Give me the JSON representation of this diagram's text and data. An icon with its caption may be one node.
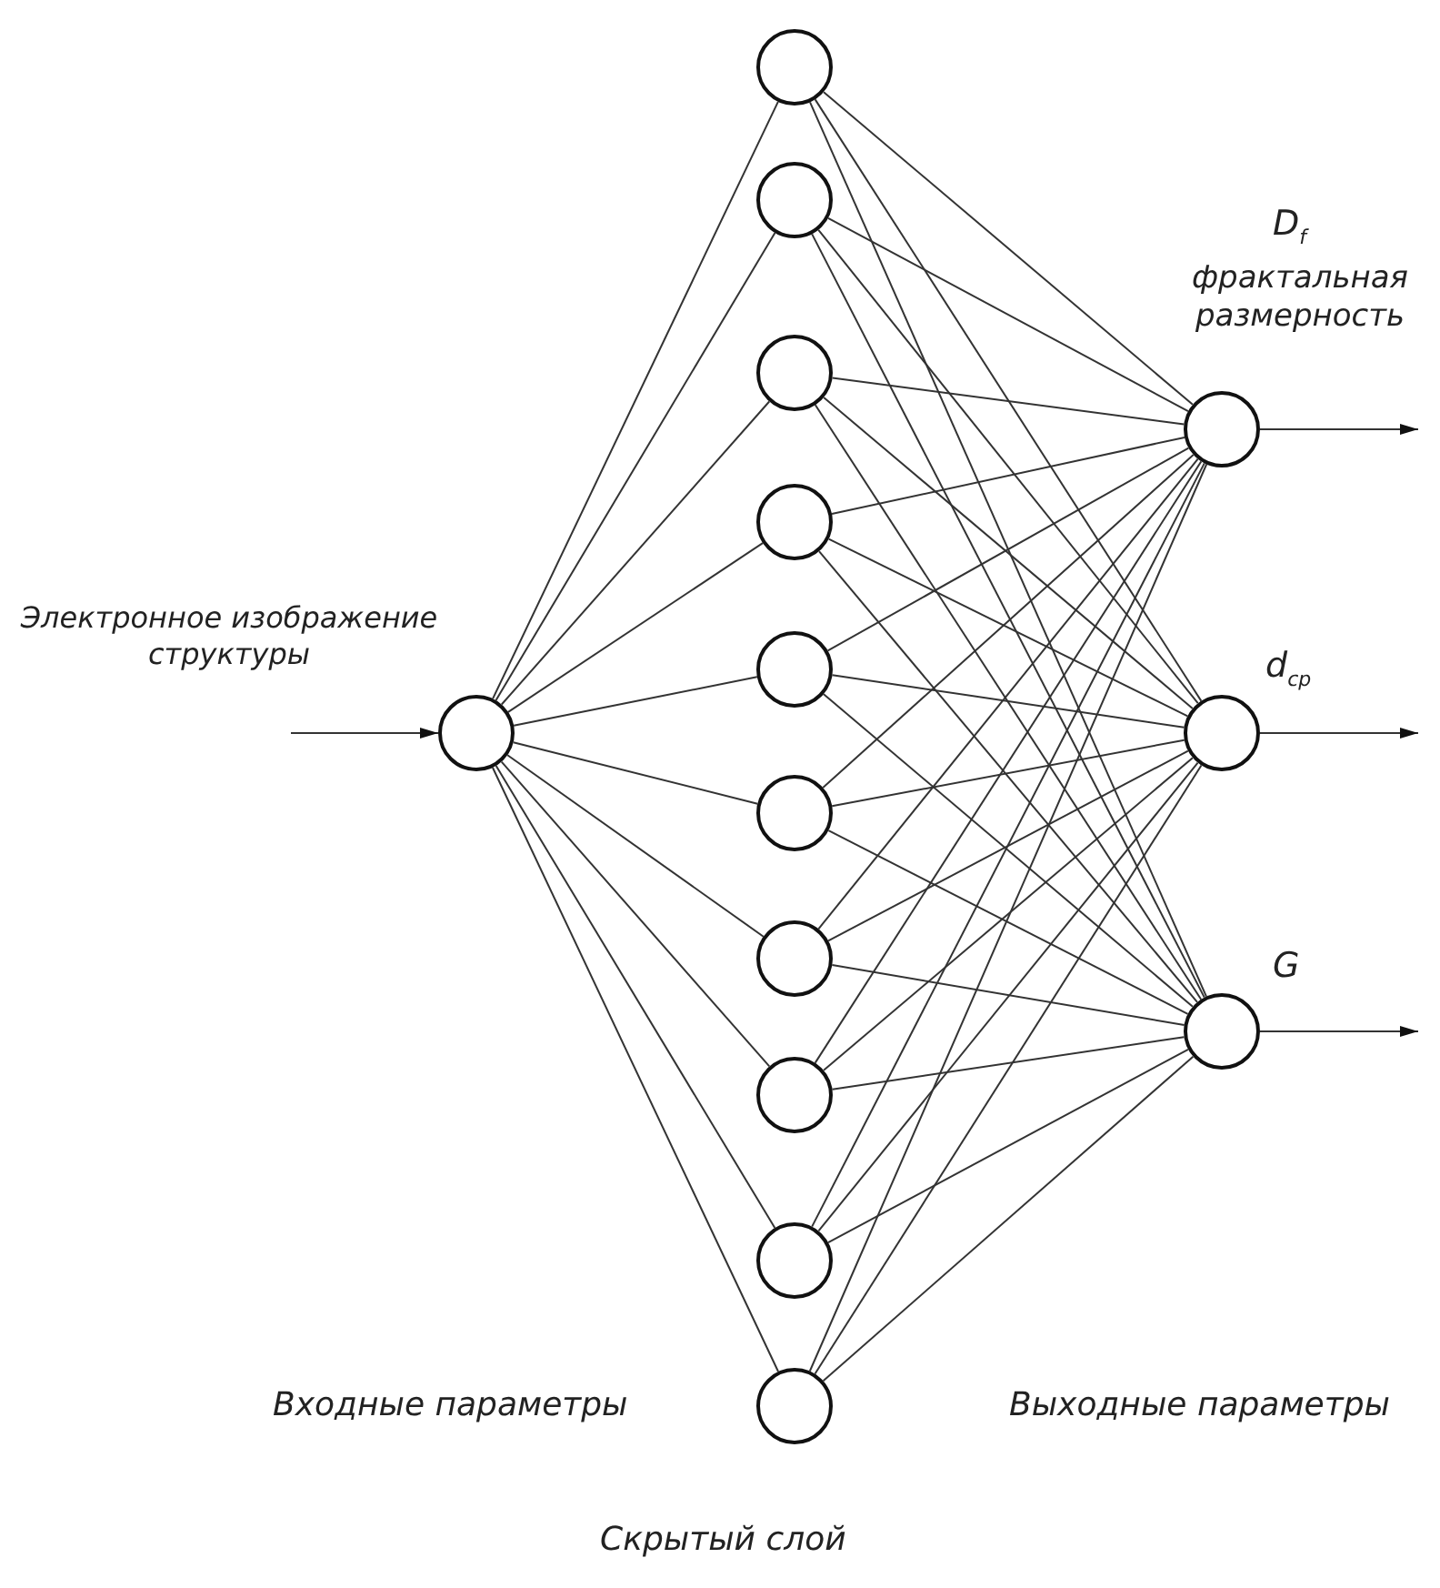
{
  "diagram": {
    "nodes": [
      {
        "text": [],
        "shape": "circle",
        "beside": [
          "Электронное изображение структуры"
        ]
      },
      {
        "text": [],
        "shape": "circle"
      },
      {
        "text": [],
        "shape": "circle"
      },
      {
        "text": [],
        "shape": "circle"
      },
      {
        "text": [],
        "shape": "circle"
      },
      {
        "text": [],
        "shape": "circle"
      },
      {
        "text": [],
        "shape": "circle"
      },
      {
        "text": [],
        "shape": "circle"
      },
      {
        "text": [],
        "shape": "circle"
      },
      {
        "text": [],
        "shape": "circle"
      },
      {
        "text": [],
        "shape": "circle"
      },
      {
        "text": [],
        "shape": "circle",
        "beside": [
          "D$_{f}$",
          "фрактальная размерность"
        ]
      },
      {
        "text": [],
        "shape": "circle",
        "beside": [
          "d$_{ср}$"
        ]
      },
      {
        "text": [],
        "shape": "circle",
        "beside": [
          "G"
        ]
      }
    ],
    "edges": [
      {
        "from": null,
        "to": 0,
        "arrow": "to"
      },
      {
        "from": 0,
        "to": 1,
        "arrow": "none"
      },
      {
        "from": 0,
        "to": 2,
        "arrow": "none"
      },
      {
        "from": 0,
        "to": 3,
        "arrow": "none"
      },
      {
        "from": 0,
        "to": 4,
        "arrow": "none"
      },
      {
        "from": 0,
        "to": 5,
        "arrow": "none"
      },
      {
        "from": 0,
        "to": 6,
        "arrow": "none"
      },
      {
        "from": 0,
        "to": 7,
        "arrow": "none"
      },
      {
        "from": 0,
        "to": 8,
        "arrow": "none"
      },
      {
        "from": 0,
        "to": 9,
        "arrow": "none"
      },
      {
        "from": 0,
        "to": 10,
        "arrow": "none"
      },
      {
        "from": 1,
        "to": 11,
        "arrow": "none"
      },
      {
        "from": 1,
        "to": 12,
        "arrow": "none"
      },
      {
        "from": 1,
        "to": 13,
        "arrow": "none"
      },
      {
        "from": 2,
        "to": 11,
        "arrow": "none"
      },
      {
        "from": 2,
        "to": 12,
        "arrow": "none"
      },
      {
        "from": 2,
        "to": 13,
        "arrow": "none"
      },
      {
        "from": 3,
        "to": 11,
        "arrow": "none"
      },
      {
        "from": 3,
        "to": 12,
        "arrow": "none"
      },
      {
        "from": 3,
        "to": 13,
        "arrow": "none"
      },
      {
        "from": 4,
        "to": 11,
        "arrow": "none"
      },
      {
        "from": 4,
        "to": 12,
        "arrow": "none"
      },
      {
        "from": 4,
        "to": 13,
        "arrow": "none"
      },
      {
        "from": 5,
        "to": 11,
        "arrow": "none"
      },
      {
        "from": 5,
        "to": 12,
        "arrow": "none"
      },
      {
        "from": 5,
        "to": 13,
        "arrow": "none"
      },
      {
        "from": 6,
        "to": 11,
        "arrow": "none"
      },
      {
        "from": 6,
        "to": 12,
        "arrow": "none"
      },
      {
        "from": 6,
        "to": 13,
        "arrow": "none"
      },
      {
        "from": 7,
        "to": 11,
        "arrow": "none"
      },
      {
        "from": 7,
        "to": 12,
        "arrow": "none"
      },
      {
        "from": 7,
        "to": 13,
        "arrow": "none"
      },
      {
        "from": 8,
        "to": 11,
        "arrow": "none"
      },
      {
        "from": 8,
        "to": 12,
        "arrow": "none"
      },
      {
        "from": 8,
        "to": 13,
        "arrow": "none"
      },
      {
        "from": 9,
        "to": 11,
        "arrow": "none"
      },
      {
        "from": 9,
        "to": 12,
        "arrow": "none"
      },
      {
        "from": 9,
        "to": 13,
        "arrow": "none"
      },
      {
        "from": 10,
        "to": 11,
        "arrow": "none"
      },
      {
        "from": 10,
        "to": 12,
        "arrow": "none"
      },
      {
        "from": 10,
        "to": 13,
        "arrow": "none"
      },
      {
        "from": 11,
        "to": null,
        "arrow": "to"
      },
      {
        "from": 12,
        "to": null,
        "arrow": "to"
      },
      {
        "from": 13,
        "to": null,
        "arrow": "to"
      }
    ],
    "labels": [
      "Входные параметры",
      "Выходные параметры",
      "Скрытый слой"
    ]
  }
}
